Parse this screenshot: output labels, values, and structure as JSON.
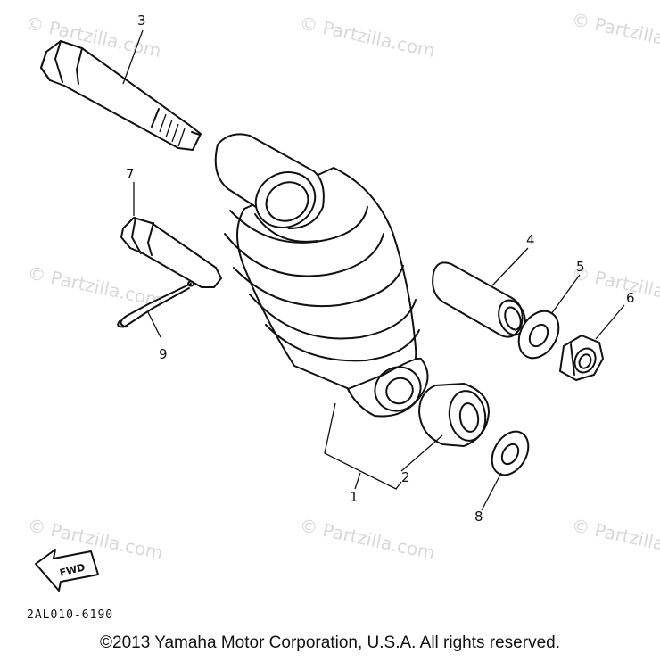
{
  "watermark": "© Partzilla.com",
  "callouts": {
    "c1": "1",
    "c2": "2",
    "c3": "3",
    "c4": "4",
    "c5": "5",
    "c6": "6",
    "c7": "7",
    "c8": "8",
    "c9": "9"
  },
  "fwd_label": "FWD",
  "diagram_code": "2AL010-6190",
  "copyright": "©2013  Yamaha Motor Corporation, U.S.A. All rights reserved."
}
